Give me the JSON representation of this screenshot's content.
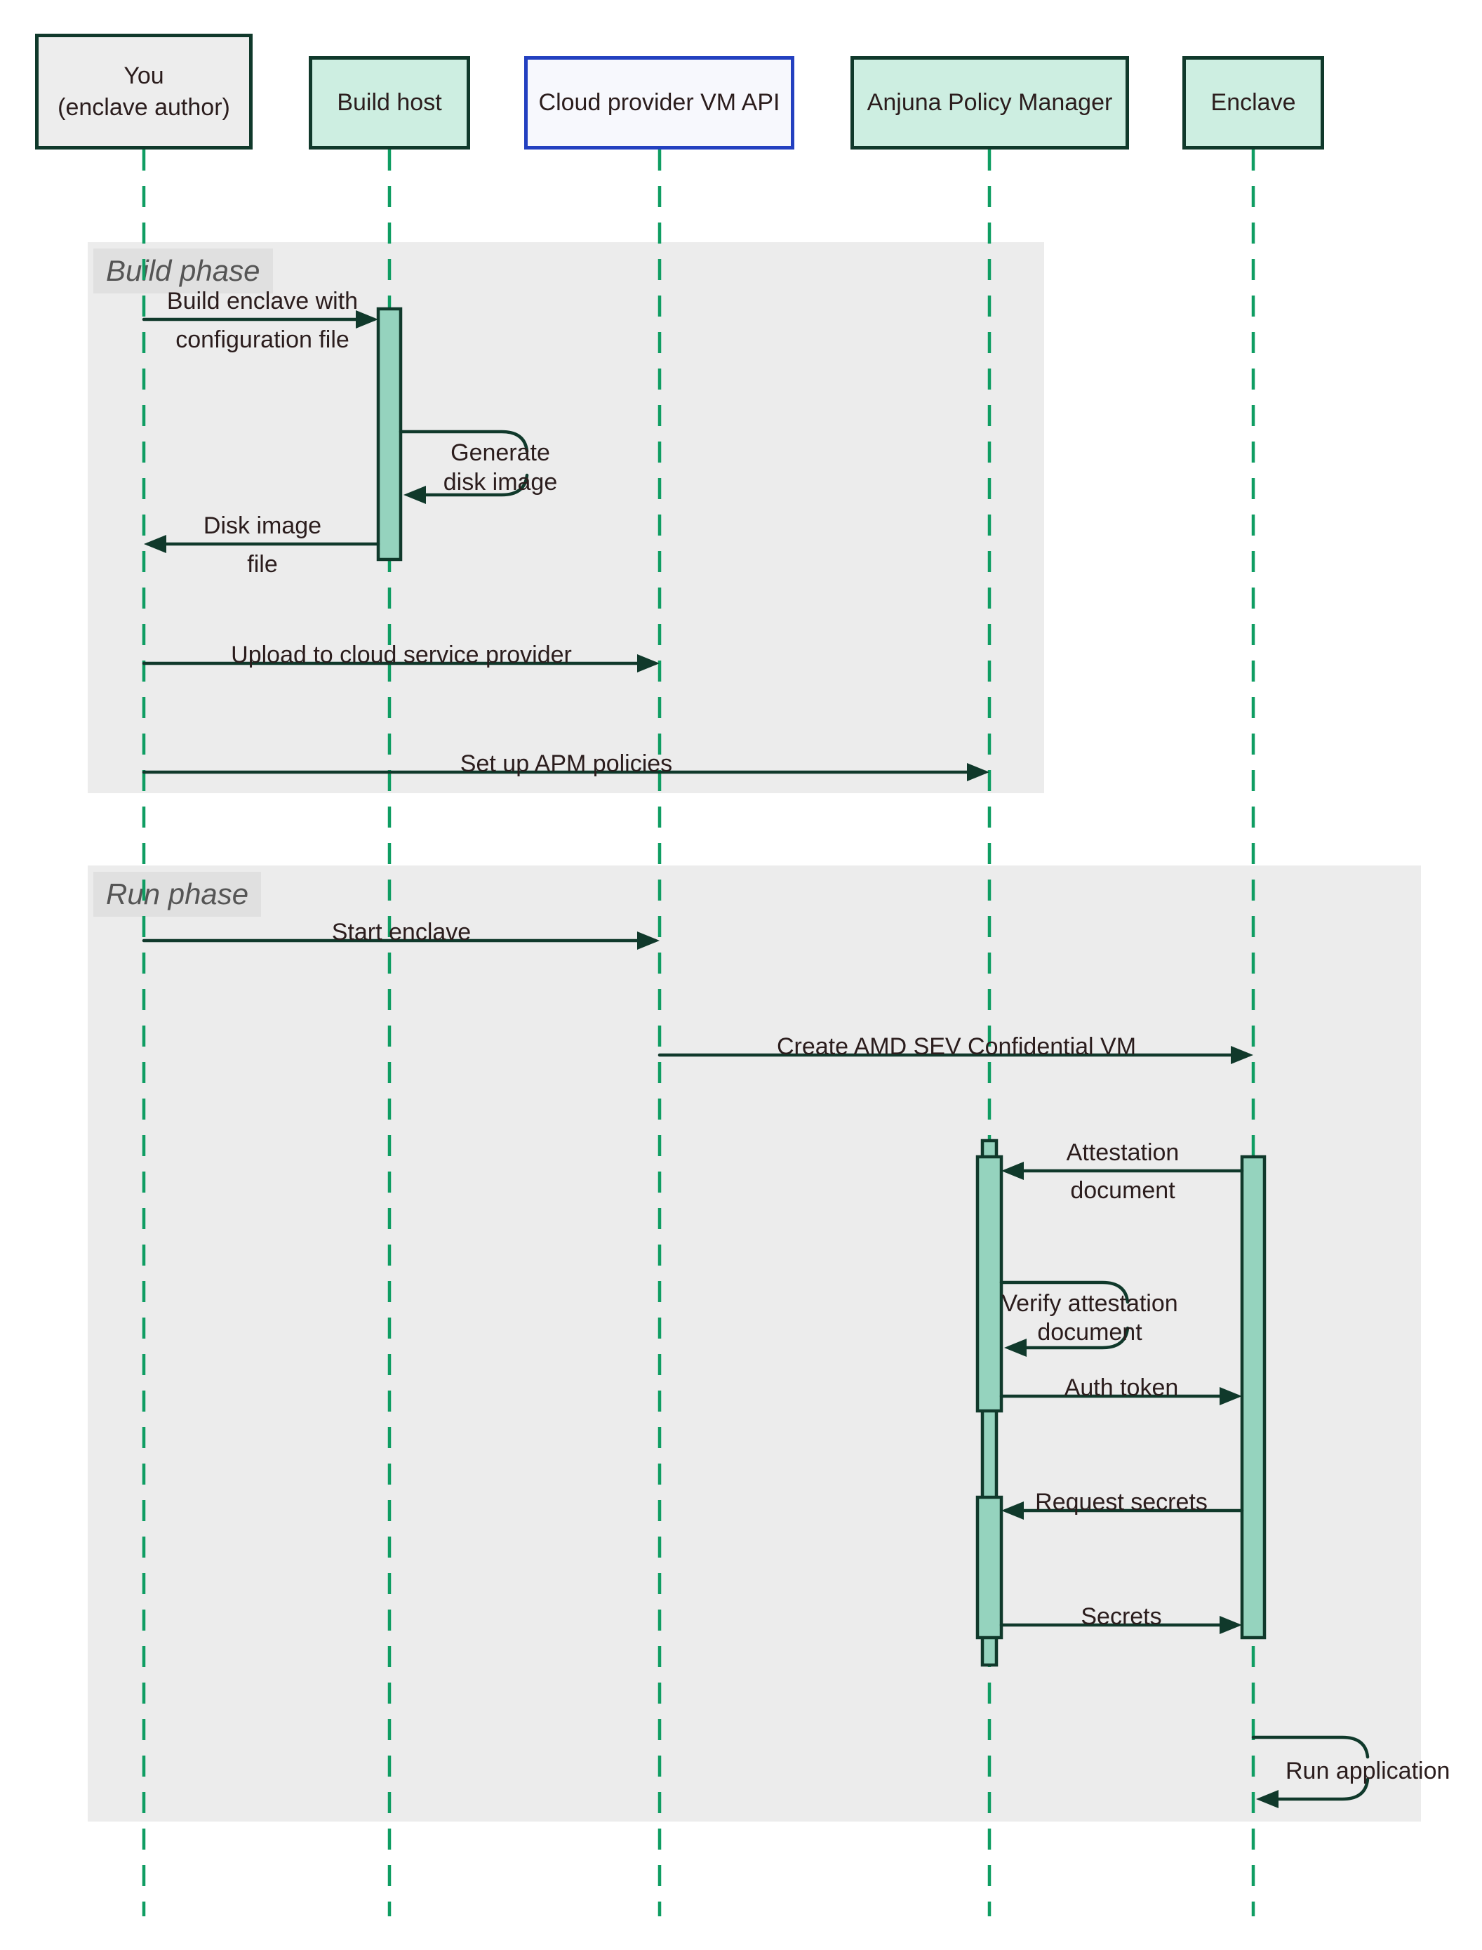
{
  "diagram": {
    "title": "Enclave build and run sequence",
    "participants": [
      {
        "id": "you",
        "label_lines": [
          "You",
          "(enclave author)"
        ],
        "fill": "#ededed",
        "border": "#10392b"
      },
      {
        "id": "build-host",
        "label_lines": [
          "Build host"
        ],
        "fill": "#cdeee1",
        "border": "#10392b"
      },
      {
        "id": "cloud-api",
        "label_lines": [
          "Cloud provider VM API"
        ],
        "fill": "#f7f8fd",
        "border": "#2340c0"
      },
      {
        "id": "apm",
        "label_lines": [
          "Anjuna Policy Manager"
        ],
        "fill": "#cdeee1",
        "border": "#10392b"
      },
      {
        "id": "enclave",
        "label_lines": [
          "Enclave"
        ],
        "fill": "#cdeee1",
        "border": "#10392b"
      }
    ],
    "phases": [
      {
        "id": "build",
        "label": "Build phase"
      },
      {
        "id": "run",
        "label": "Run phase"
      }
    ],
    "messages": [
      {
        "from": "you",
        "to": "build-host",
        "label_lines": [
          "Build enclave with",
          "configuration file"
        ]
      },
      {
        "from": "build-host",
        "to": "build-host",
        "label_lines": [
          "Generate",
          "disk image"
        ],
        "type": "self"
      },
      {
        "from": "build-host",
        "to": "you",
        "label_lines": [
          "Disk image",
          "file"
        ]
      },
      {
        "from": "you",
        "to": "cloud-api",
        "label_lines": [
          "Upload to cloud service provider"
        ]
      },
      {
        "from": "you",
        "to": "apm",
        "label_lines": [
          "Set up APM policies"
        ]
      },
      {
        "from": "you",
        "to": "cloud-api",
        "label_lines": [
          "Start enclave"
        ]
      },
      {
        "from": "cloud-api",
        "to": "enclave",
        "label_lines": [
          "Create AMD SEV Confidential VM"
        ]
      },
      {
        "from": "enclave",
        "to": "apm",
        "label_lines": [
          "Attestation",
          "document"
        ]
      },
      {
        "from": "apm",
        "to": "apm",
        "label_lines": [
          "Verify attestation",
          "document"
        ],
        "type": "self"
      },
      {
        "from": "apm",
        "to": "enclave",
        "label_lines": [
          "Auth token"
        ]
      },
      {
        "from": "enclave",
        "to": "apm",
        "label_lines": [
          "Request secrets"
        ]
      },
      {
        "from": "apm",
        "to": "enclave",
        "label_lines": [
          "Secrets"
        ]
      },
      {
        "from": "enclave",
        "to": "enclave",
        "label_lines": [
          "Run application"
        ],
        "type": "self"
      }
    ],
    "colors": {
      "band": "#ececec",
      "phase_label_bg": "#e0e0e0",
      "phase_text": "#555555",
      "lifeline": "#0f9d62",
      "line": "#10392b",
      "activation_fill": "#95d3be",
      "activation_border": "#10392b",
      "text": "#2b1d1d",
      "cloud_border": "#2340c0"
    }
  }
}
